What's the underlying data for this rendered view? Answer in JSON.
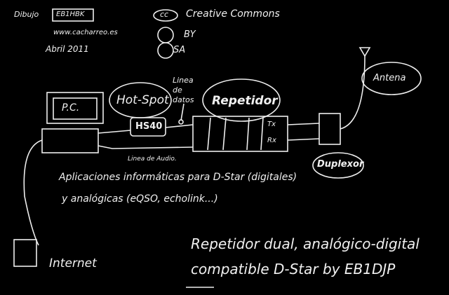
{
  "credits": {
    "drawing_label": "Dibujo",
    "author_callsign": "EB1HBK",
    "website": "www.cacharreo.es",
    "date": "Abril 2011"
  },
  "license": {
    "cc_badge": "cc",
    "title": "Creative Commons",
    "by": "BY",
    "sa": "SA"
  },
  "nodes": {
    "pc": "P.C.",
    "hotspot": "Hot-Spot",
    "hs40": "HS40",
    "repeater": "Repetidor",
    "tx": "Tx",
    "rx": "Rx",
    "antenna": "Antena",
    "duplexer": "Duplexor",
    "internet": "Internet"
  },
  "links": {
    "data_line": "Linea de datos",
    "audio_line": "Linea de Audio."
  },
  "notes": {
    "apps_line1": "Aplicaciones informáticas para D-Star (digitales)",
    "apps_line2": "y analógicas (eQSO, echolink...)",
    "caption_line1": "Repetidor dual, analógico-digital",
    "caption_line2": "compatible D-Star by EB1DJP"
  },
  "colors": {
    "background": "#000000",
    "chalk": "#f0f0f0"
  }
}
